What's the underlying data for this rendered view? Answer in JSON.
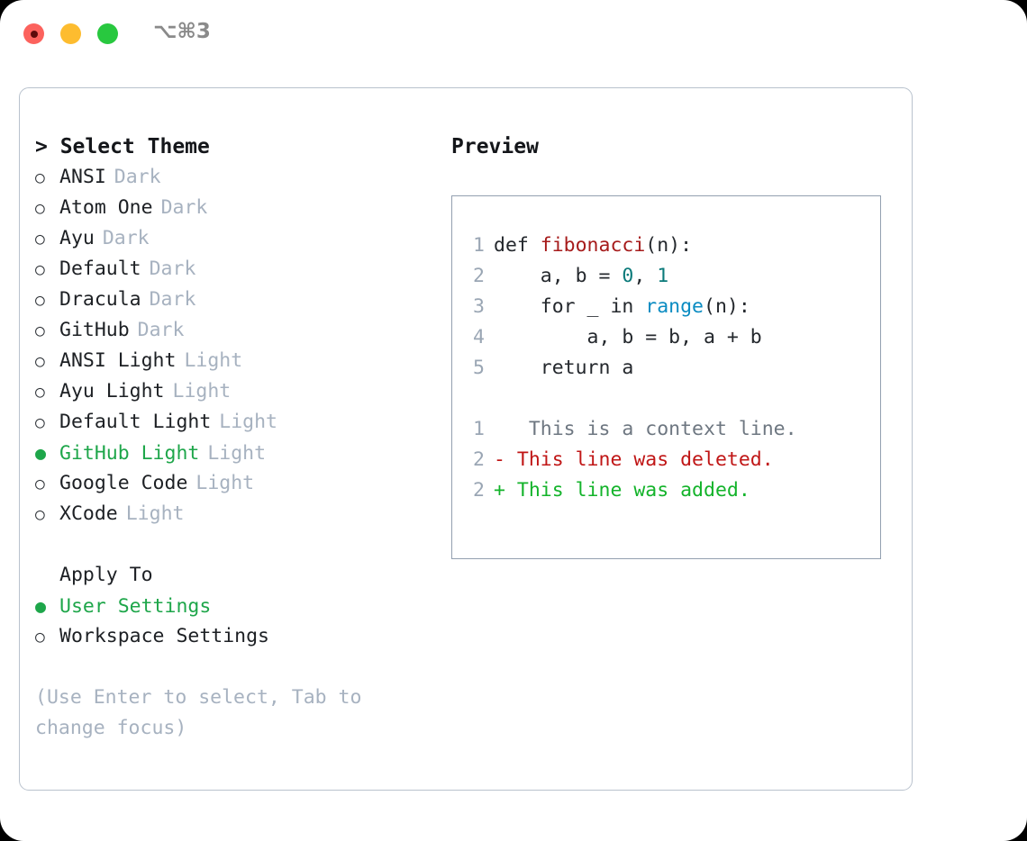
{
  "titlebar": {
    "shortcut": "⌥⌘3",
    "dots": [
      {
        "name": "close",
        "color": "#fc625d"
      },
      {
        "name": "minimize",
        "color": "#fdbc2f"
      },
      {
        "name": "maximize",
        "color": "#28c83f"
      }
    ]
  },
  "theme_picker": {
    "heading": "> Select Theme",
    "marker_selected": "●",
    "marker_unselected": "○",
    "items": [
      {
        "label": "ANSI",
        "badge": "Dark",
        "selected": false
      },
      {
        "label": "Atom One",
        "badge": "Dark",
        "selected": false
      },
      {
        "label": "Ayu",
        "badge": "Dark",
        "selected": false
      },
      {
        "label": "Default",
        "badge": "Dark",
        "selected": false
      },
      {
        "label": "Dracula",
        "badge": "Dark",
        "selected": false
      },
      {
        "label": "GitHub",
        "badge": "Dark",
        "selected": false
      },
      {
        "label": "ANSI Light",
        "badge": "Light",
        "selected": false
      },
      {
        "label": "Ayu Light",
        "badge": "Light",
        "selected": false
      },
      {
        "label": "Default Light",
        "badge": "Light",
        "selected": false
      },
      {
        "label": "GitHub Light",
        "badge": "Light",
        "selected": true
      },
      {
        "label": "Google Code",
        "badge": "Light",
        "selected": false
      },
      {
        "label": "XCode",
        "badge": "Light",
        "selected": false
      }
    ]
  },
  "apply_to": {
    "heading": "Apply To",
    "options": [
      {
        "label": "User Settings",
        "selected": true
      },
      {
        "label": "Workspace Settings",
        "selected": false
      }
    ]
  },
  "hint": "(Use Enter to select, Tab to change focus)",
  "preview": {
    "heading": "Preview",
    "code_lines": [
      {
        "number": "1",
        "segments": [
          {
            "text": "def ",
            "token": "plain"
          },
          {
            "text": "fibonacci",
            "token": "fn"
          },
          {
            "text": "(n):",
            "token": "plain"
          }
        ]
      },
      {
        "number": "2",
        "segments": [
          {
            "text": "    a, b = ",
            "token": "plain"
          },
          {
            "text": "0",
            "token": "num"
          },
          {
            "text": ", ",
            "token": "plain"
          },
          {
            "text": "1",
            "token": "num"
          }
        ]
      },
      {
        "number": "3",
        "segments": [
          {
            "text": "    for _ in ",
            "token": "plain"
          },
          {
            "text": "range",
            "token": "call"
          },
          {
            "text": "(n):",
            "token": "plain"
          }
        ]
      },
      {
        "number": "4",
        "segments": [
          {
            "text": "        a, b = b, a + b",
            "token": "plain"
          }
        ]
      },
      {
        "number": "5",
        "segments": [
          {
            "text": "    return a",
            "token": "plain"
          }
        ]
      }
    ],
    "diff_lines": [
      {
        "number": "1",
        "sign": " ",
        "text": "  This is a context line.",
        "kind": "context"
      },
      {
        "number": "2",
        "sign": "-",
        "text": " This line was deleted.",
        "kind": "deleted"
      },
      {
        "number": "2",
        "sign": "+",
        "text": " This line was added.",
        "kind": "added"
      }
    ]
  },
  "colors": {
    "selected_green": "#1ea64a",
    "badge_grey": "#a7b2c0",
    "gutter_grey": "#9aa6b4",
    "fn_red": "#a61b1b",
    "num_teal": "#0b7a7a",
    "call_blue": "#0b8cc2",
    "diff_deleted": "#c01616",
    "diff_added": "#13b32a",
    "diff_context": "#6e7781",
    "card_border": "#b9c2cd",
    "preview_border": "#93a0b0"
  }
}
